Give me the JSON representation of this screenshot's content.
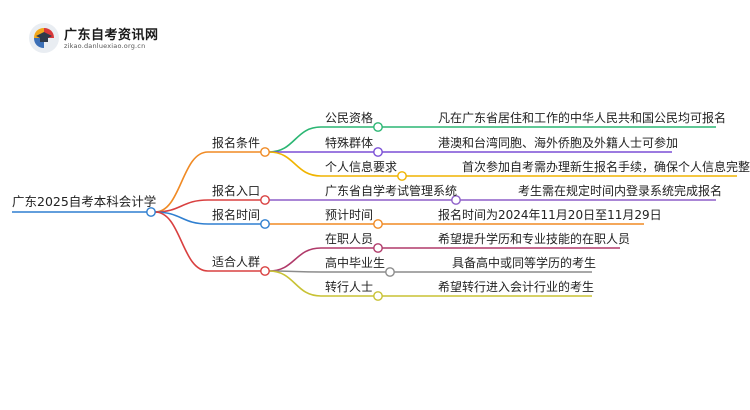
{
  "brand": {
    "name": "广东自考资讯网",
    "url": "zikao.danluexiao.org.cn"
  },
  "mindmap": {
    "root": "广东2025自考本科会计学",
    "branches": [
      {
        "label": "报名条件",
        "color": "#f08a24",
        "children": [
          {
            "label": "公民资格",
            "color": "#2bb673",
            "detail": "凡在广东省居住和工作的中华人民共和国公民均可报名"
          },
          {
            "label": "特殊群体",
            "color": "#7b4fd6",
            "detail": "港澳和台湾同胞、海外侨胞及外籍人士可参加"
          },
          {
            "label": "个人信息要求",
            "color": "#f0b400",
            "detail": "首次参加自考需办理新生报名手续，确保个人信息完整"
          }
        ]
      },
      {
        "label": "报名入口",
        "color": "#d94040",
        "children": [
          {
            "label": "广东省自学考试管理系统",
            "color": "#8e5fc8",
            "detail": "考生需在规定时间内登录系统完成报名"
          }
        ]
      },
      {
        "label": "报名时间",
        "color": "#2f7fd0",
        "children": [
          {
            "label": "预计时间",
            "color": "#f08a24",
            "detail": "报名时间为2024年11月20日至11月29日"
          }
        ]
      },
      {
        "label": "适合人群",
        "color": "#d94040",
        "children": [
          {
            "label": "在职人员",
            "color": "#b03a6a",
            "detail": "希望提升学历和专业技能的在职人员"
          },
          {
            "label": "高中毕业生",
            "color": "#8c8c8c",
            "detail": "具备高中或同等学历的考生"
          },
          {
            "label": "转行人士",
            "color": "#c8c234",
            "detail": "希望转行进入会计行业的考生"
          }
        ]
      }
    ]
  }
}
